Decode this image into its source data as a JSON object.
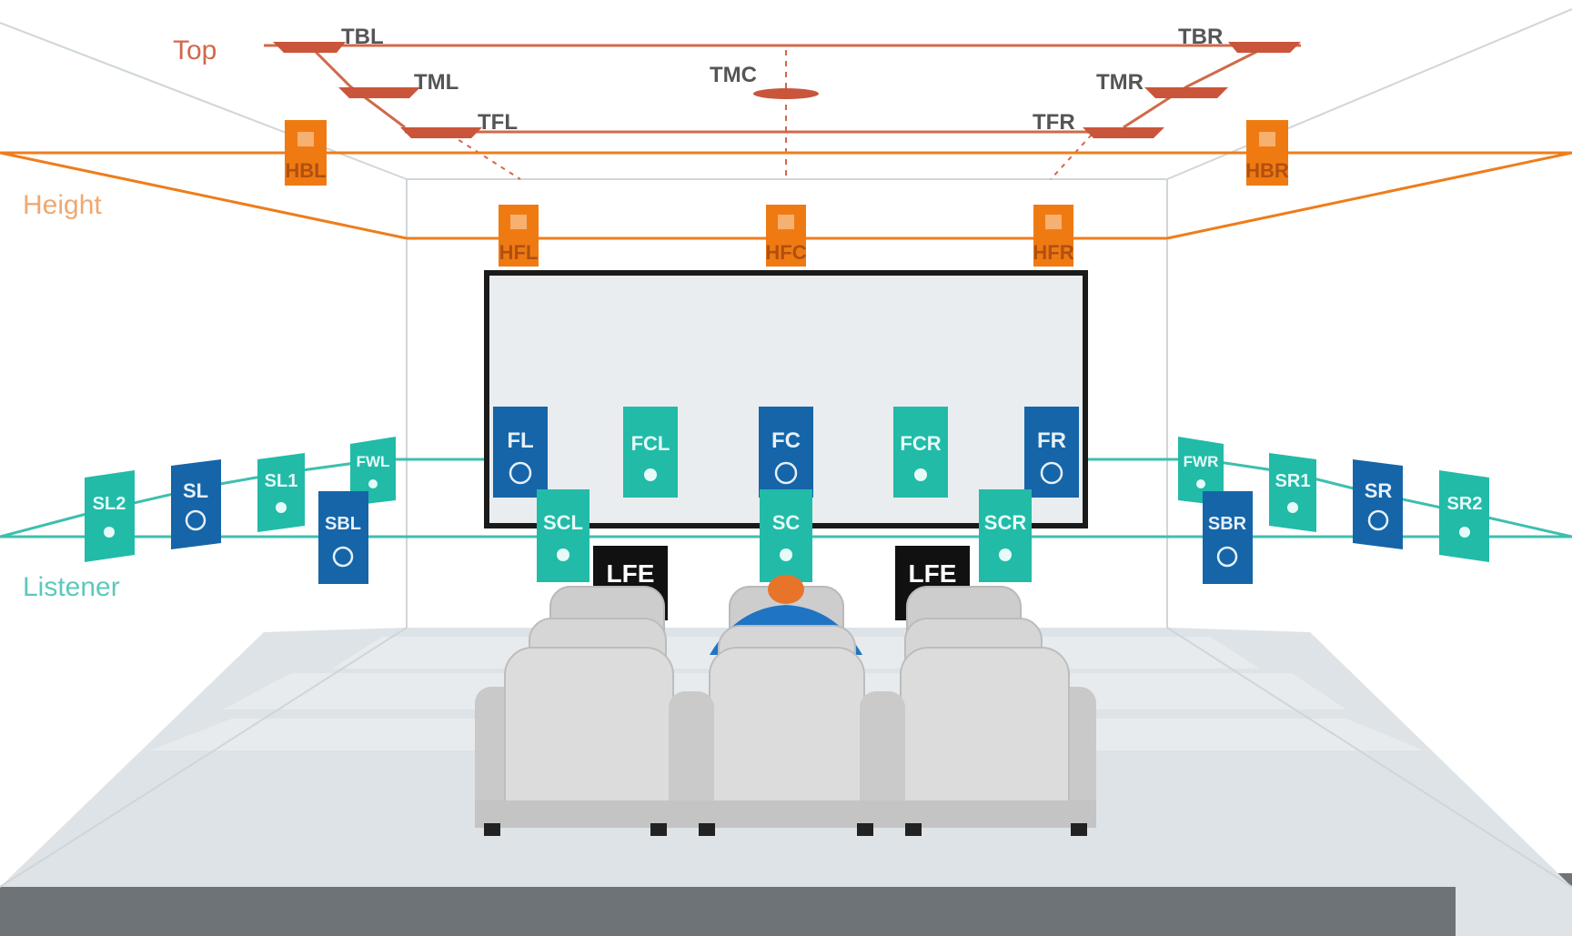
{
  "layers": {
    "top": {
      "label": "Top",
      "color": "#d0694a"
    },
    "height": {
      "label": "Height",
      "color": "#ee7d1c"
    },
    "listener": {
      "label": "Listener",
      "color": "#3dbfae"
    }
  },
  "colors": {
    "speaker_dark": "#1565a8",
    "speaker_teal": "#21bba8",
    "speaker_height": "#f07a12",
    "speaker_top": "#c9553a",
    "lfe_box": "#111111",
    "screen_fill": "#e9edef",
    "floor": "#d9dfe2",
    "seat": "#cfcfcf",
    "room_line": "#cfd6da"
  },
  "speakers": {
    "top": [
      {
        "id": "TBL",
        "label": "TBL"
      },
      {
        "id": "TBR",
        "label": "TBR"
      },
      {
        "id": "TML",
        "label": "TML"
      },
      {
        "id": "TMC",
        "label": "TMC"
      },
      {
        "id": "TMR",
        "label": "TMR"
      },
      {
        "id": "TFL",
        "label": "TFL"
      },
      {
        "id": "TFR",
        "label": "TFR"
      }
    ],
    "height": [
      {
        "id": "HBL",
        "label": "HBL"
      },
      {
        "id": "HBR",
        "label": "HBR"
      },
      {
        "id": "HFL",
        "label": "HFL"
      },
      {
        "id": "HFC",
        "label": "HFC"
      },
      {
        "id": "HFR",
        "label": "HFR"
      }
    ],
    "listener": [
      {
        "id": "FL",
        "label": "FL",
        "style": "dark",
        "symbol": "circle"
      },
      {
        "id": "FCL",
        "label": "FCL",
        "style": "teal",
        "symbol": "dot"
      },
      {
        "id": "FC",
        "label": "FC",
        "style": "dark",
        "symbol": "circle"
      },
      {
        "id": "FCR",
        "label": "FCR",
        "style": "teal",
        "symbol": "dot"
      },
      {
        "id": "FR",
        "label": "FR",
        "style": "dark",
        "symbol": "circle"
      },
      {
        "id": "SCL",
        "label": "SCL",
        "style": "teal",
        "symbol": "dot"
      },
      {
        "id": "SC",
        "label": "SC",
        "style": "teal",
        "symbol": "dot"
      },
      {
        "id": "SCR",
        "label": "SCR",
        "style": "teal",
        "symbol": "dot"
      },
      {
        "id": "SL2",
        "label": "SL2",
        "style": "teal",
        "symbol": "dot"
      },
      {
        "id": "SL",
        "label": "SL",
        "style": "dark",
        "symbol": "circle"
      },
      {
        "id": "SL1",
        "label": "SL1",
        "style": "teal",
        "symbol": "dot"
      },
      {
        "id": "FWL",
        "label": "FWL",
        "style": "teal",
        "symbol": "dot"
      },
      {
        "id": "SBL",
        "label": "SBL",
        "style": "dark",
        "symbol": "circle"
      },
      {
        "id": "FWR",
        "label": "FWR",
        "style": "teal",
        "symbol": "dot"
      },
      {
        "id": "SR1",
        "label": "SR1",
        "style": "teal",
        "symbol": "dot"
      },
      {
        "id": "SR",
        "label": "SR",
        "style": "dark",
        "symbol": "circle"
      },
      {
        "id": "SR2",
        "label": "SR2",
        "style": "teal",
        "symbol": "dot"
      },
      {
        "id": "SBR",
        "label": "SBR",
        "style": "dark",
        "symbol": "circle"
      }
    ],
    "subwoofers": [
      {
        "id": "LFE1",
        "label": "LFE"
      },
      {
        "id": "LFE2",
        "label": "LFE"
      }
    ]
  }
}
